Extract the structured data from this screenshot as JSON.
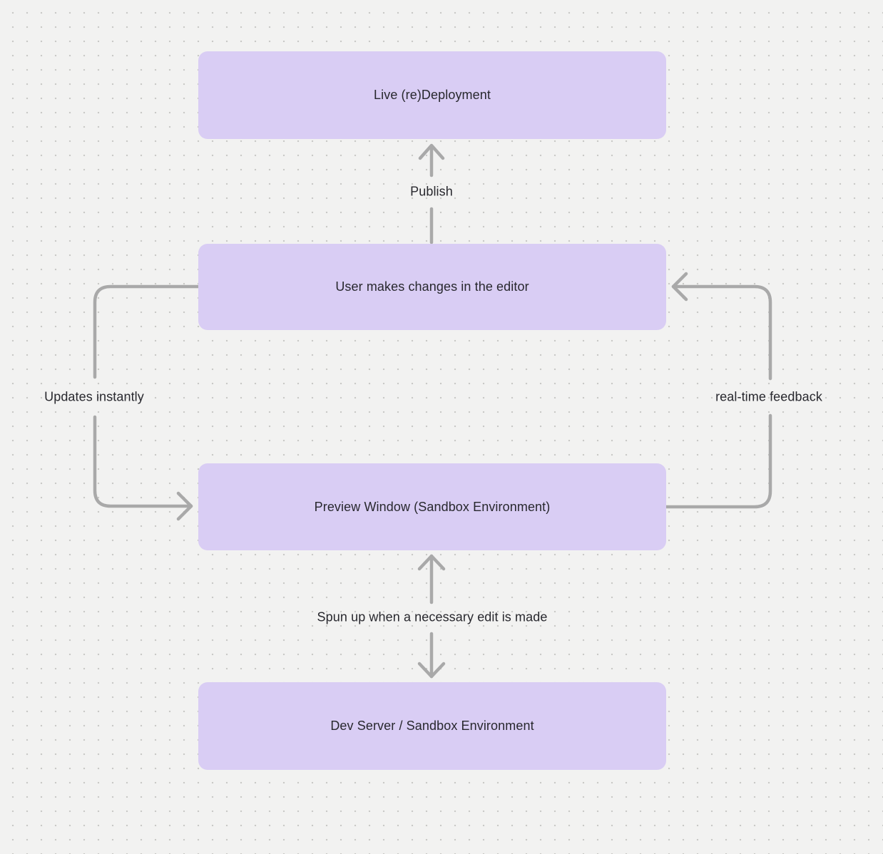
{
  "canvas": {
    "background_color": "#f2f2f1",
    "dot_color": "#c9c9c7"
  },
  "diagram": {
    "node_fill_color": "#d9cdf4",
    "text_color": "#28282e",
    "arrow_color": "#a9a9a9",
    "nodes": [
      {
        "id": "live-deployment",
        "label": "Live (re)Deployment"
      },
      {
        "id": "editor",
        "label": "User makes changes in the editor"
      },
      {
        "id": "preview",
        "label": "Preview Window (Sandbox Environment)"
      },
      {
        "id": "dev-server",
        "label": "Dev Server / Sandbox Environment"
      }
    ],
    "edge_labels": [
      {
        "id": "publish",
        "label": "Publish"
      },
      {
        "id": "updates-instantly",
        "label": "Updates instantly"
      },
      {
        "id": "real-time-feedback",
        "label": "real-time feedback"
      },
      {
        "id": "spun-up",
        "label": "Spun up when a necessary edit is made"
      }
    ]
  }
}
